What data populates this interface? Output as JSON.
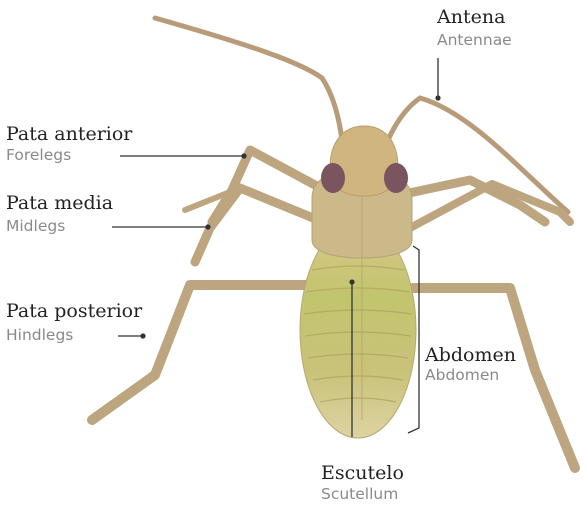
{
  "labels": {
    "antenna": {
      "es": "Antena",
      "en": "Antennae"
    },
    "forelegs": {
      "es": "Pata anterior",
      "en": "Forelegs"
    },
    "midlegs": {
      "es": "Pata media",
      "en": "Midlegs"
    },
    "hindlegs": {
      "es": "Pata posterior",
      "en": "Hindlegs"
    },
    "abdomen": {
      "es": "Abdomen",
      "en": "Abdomen"
    },
    "scutellum": {
      "es": "Escutelo",
      "en": "Scutellum"
    }
  },
  "colors": {
    "label_primary": "#222222",
    "label_secondary": "#8a8a8a",
    "leader_line": "#333333",
    "insect_body": "#c9c77a",
    "insect_legs": "#b8a27a",
    "insect_eyes": "#7a5560"
  }
}
